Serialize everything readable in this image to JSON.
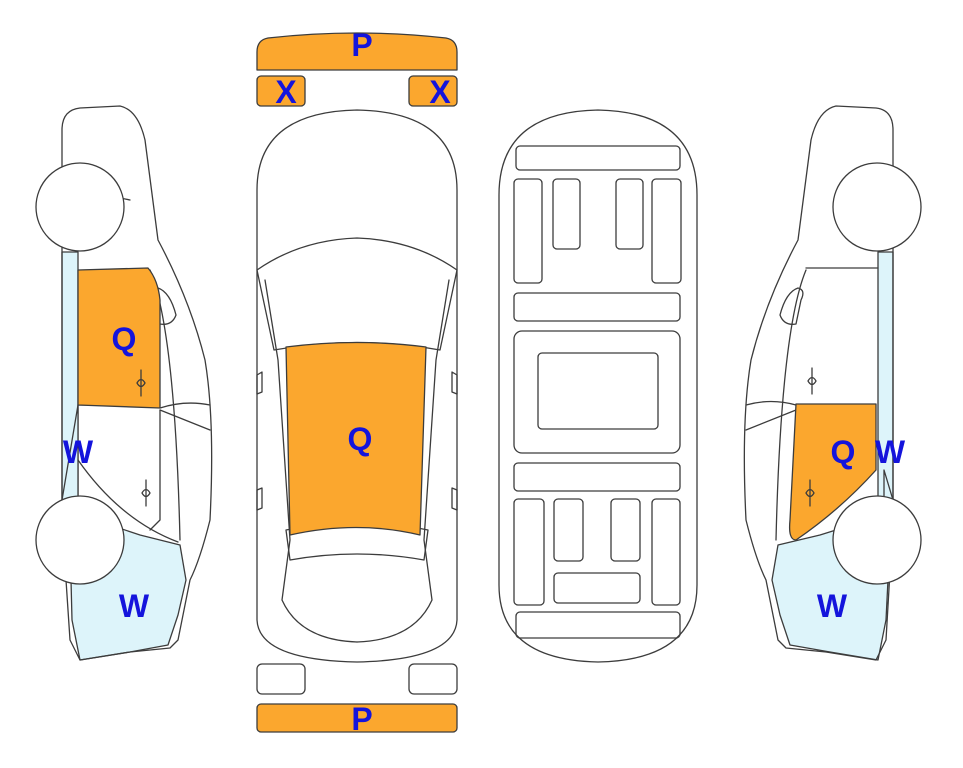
{
  "colors": {
    "damage_q": "#FBA72E",
    "damage_p": "#FBA72E",
    "damage_x": "#FBA72E",
    "damage_w": "#DDF4FA",
    "label_text": "#1414DC",
    "outline": "#3C3C3C"
  },
  "legend_codes": {
    "Q": "Q",
    "P": "P",
    "X": "X",
    "W": "W"
  },
  "views": {
    "left_side": {
      "labels": [
        "Q",
        "W",
        "W"
      ]
    },
    "top": {
      "labels": [
        "P",
        "X",
        "X",
        "Q",
        "P"
      ]
    },
    "underbody": {
      "labels": []
    },
    "right_side": {
      "labels": [
        "Q",
        "W",
        "W"
      ]
    }
  }
}
